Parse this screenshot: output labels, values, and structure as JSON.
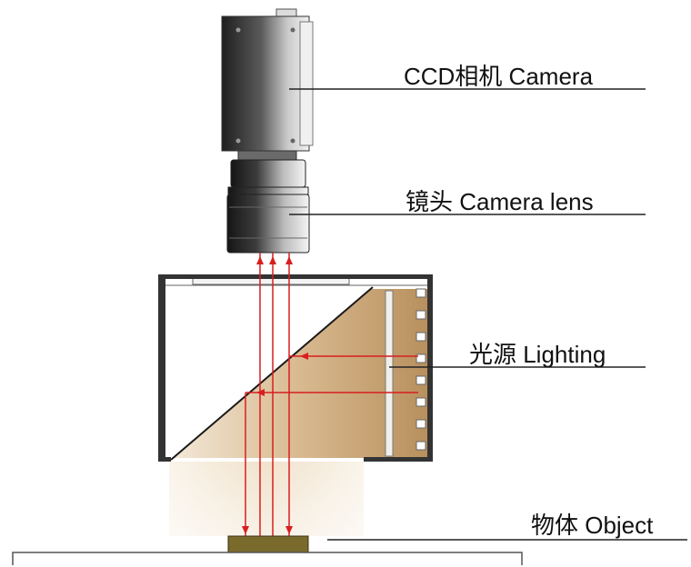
{
  "labels": {
    "camera": "CCD相机 Camera",
    "lens": "镜头 Camera lens",
    "lighting": "光源 Lighting",
    "object": "物体 Object"
  },
  "colors": {
    "ray": "#d81e1e",
    "camera_dark": "#2c2c2c",
    "camera_light": "#e6e6e6",
    "housing": "#3a3a3a",
    "light_warm": "#d2b087",
    "object": "#7a6a2c",
    "leader": "#222222"
  }
}
